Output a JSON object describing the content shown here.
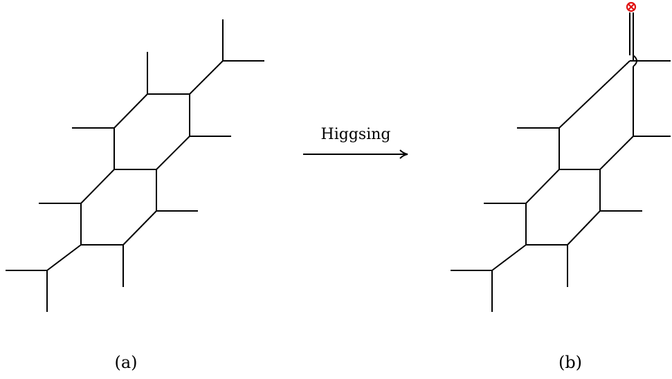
{
  "panels": {
    "left": {
      "label": "(a)"
    },
    "right": {
      "label": "(b)"
    }
  },
  "arrow": {
    "label": "Higgsing"
  },
  "colors": {
    "line": "#000000",
    "marker": "#e01010"
  },
  "icons": {
    "marker": "circled-x-icon"
  }
}
